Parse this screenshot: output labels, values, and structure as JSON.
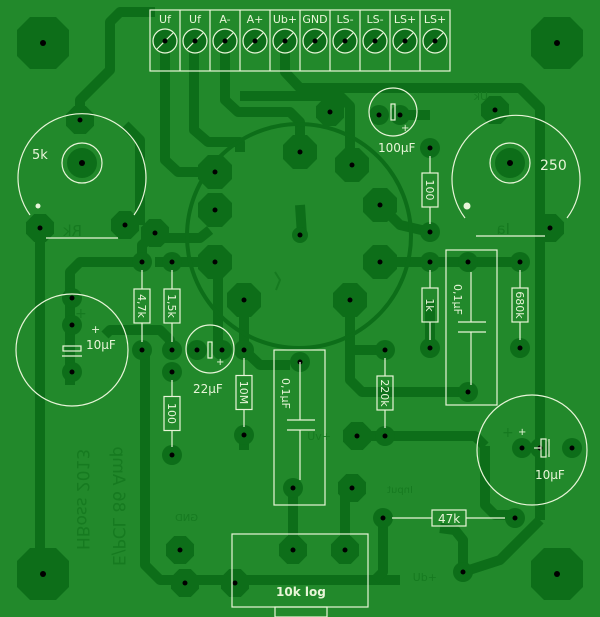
{
  "board": {
    "colors": {
      "substrate": "#22892b",
      "copper": "#0d6e19",
      "silkscreen": "#e8f5d8",
      "copper_text": "#167a20"
    }
  },
  "terminal_block": {
    "labels": [
      "Uf",
      "Uf",
      "A-",
      "A+",
      "Ub+",
      "GND",
      "LS-",
      "LS-",
      "LS+",
      "LS+"
    ]
  },
  "components": {
    "pot_rk": {
      "value": "5k",
      "designator": "Rk"
    },
    "pot_ia": {
      "value": "250",
      "designator": "Ia"
    },
    "cap_100uf": {
      "value": "100µF",
      "polarity": "+"
    },
    "cap_10uf_left": {
      "value": "10µF",
      "polarity": "+"
    },
    "cap_22uf": {
      "value": "22µF",
      "polarity": "+"
    },
    "cap_10uf_right": {
      "value": "10µF",
      "polarity": "+"
    },
    "cap_01uf_left": {
      "value": "0,1µF"
    },
    "cap_01uf_right": {
      "value": "0,1µF"
    },
    "res_4k7": {
      "value": "4,7k"
    },
    "res_1k5": {
      "value": "1,5k"
    },
    "res_100_left": {
      "value": "100"
    },
    "res_10m": {
      "value": "10M"
    },
    "res_100_right": {
      "value": "100"
    },
    "res_1k": {
      "value": "1k"
    },
    "res_680k": {
      "value": "680k"
    },
    "res_220k": {
      "value": "220k"
    },
    "res_47k": {
      "value": "47k"
    },
    "pot_volume": {
      "value": "10k log"
    }
  },
  "copper_labels": {
    "uk": "Uk",
    "uv": "+vU",
    "input": "Input",
    "gnd": "GND",
    "ub": "+dU",
    "title": "E/PCL 86 Amp",
    "author": "HBoss 2013"
  }
}
